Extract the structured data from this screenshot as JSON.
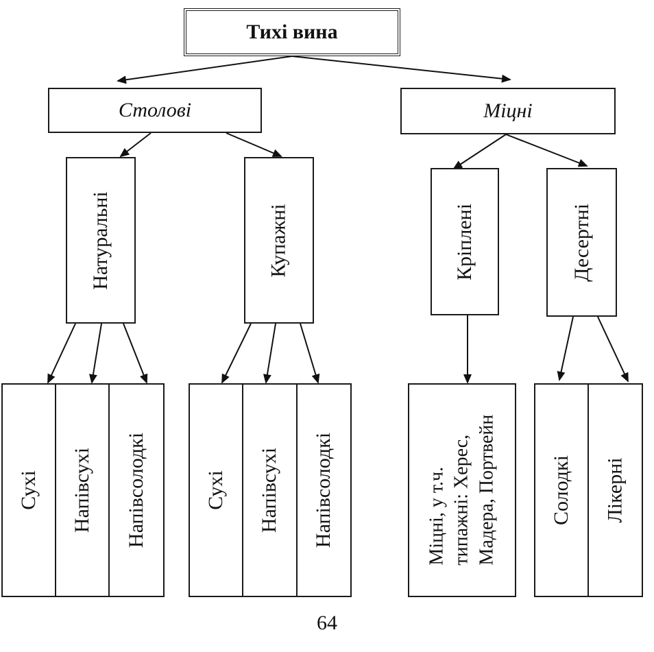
{
  "diagram": {
    "root": "Тихі вина",
    "branches": [
      {
        "label": "Столові",
        "groups": [
          {
            "label": "Натуральні",
            "items": [
              "Сухі",
              "Напівсухі",
              "Напівсолодкі"
            ]
          },
          {
            "label": "Купажні",
            "items": [
              "Сухі",
              "Напівсухі",
              "Напівсолодкі"
            ]
          }
        ]
      },
      {
        "label": "Міцні",
        "groups": [
          {
            "label": "Кріплені",
            "items": [
              "Міцні, у т.ч.\nтипажні: Херес,\nМадера, Портвейн"
            ]
          },
          {
            "label": "Десертні",
            "items": [
              "Солодкі",
              "Лікерні"
            ]
          }
        ]
      }
    ]
  },
  "page_number": "64"
}
